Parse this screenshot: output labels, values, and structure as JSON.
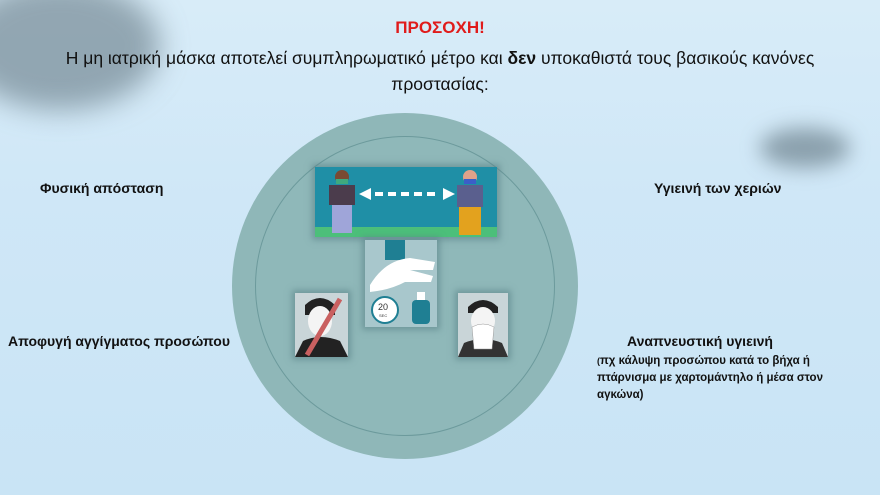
{
  "header": {
    "title": "ΠΡΟΣΟΧΗ!",
    "sub_before": "Η μη ιατρική μάσκα αποτελεί συμπληρωματικό μέτρο και ",
    "sub_bold": "δεν",
    "sub_after": " υποκαθιστά τους βασικούς κανόνες προστασίας:"
  },
  "labels": {
    "distance": "Φυσική απόσταση",
    "hands": "Υγιεινή των χεριών",
    "face": "Αποφυγή αγγίγματος προσώπου",
    "respiratory": "Αναπνευστική υγιεινή",
    "respiratory_note_open": "(",
    "respiratory_note": "πχ κάλυψη προσώπου κατά το βήχα ή πτάρνισμα με χαρτομάντηλο ή μέσα στον αγκώνα)"
  },
  "illustrations": {
    "timer_text": "20",
    "timer_unit": "SEC"
  },
  "colors": {
    "title": "#e01b1b",
    "circle": "#8fb8b9",
    "banner": "#1f8fa6"
  }
}
